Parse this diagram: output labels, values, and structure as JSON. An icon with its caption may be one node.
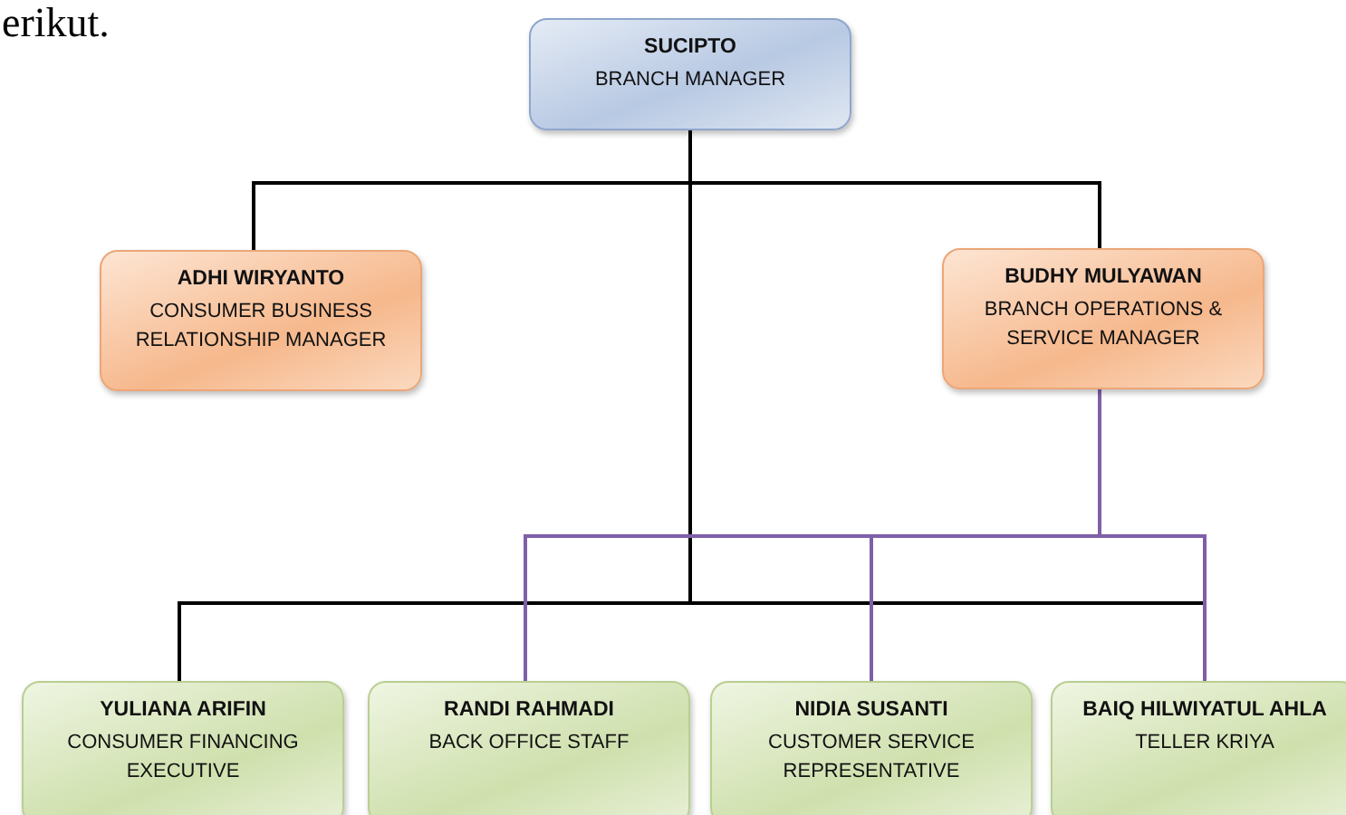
{
  "diagram": {
    "nodes": [
      {
        "text": [
          "SUCIPTO",
          "BRANCH MANAGER"
        ]
      },
      {
        "text": [
          "ADHI WIRYANTO",
          "CONSUMER BUSINESS RELATIONSHIP MANAGER"
        ]
      },
      {
        "text": [
          "BUDHY MULYAWAN",
          "BRANCH OPERATIONS & SERVICE MANAGER"
        ]
      },
      {
        "text": [
          "YULIANA ARIFIN",
          "CONSUMER FINANCING EXECUTIVE"
        ]
      },
      {
        "text": [
          "RANDI RAHMADI",
          "BACK OFFICE STAFF"
        ]
      },
      {
        "text": [
          "NIDIA SUSANTI",
          "CUSTOMER SERVICE REPRESENTATIVE"
        ]
      },
      {
        "text": [
          "BAIQ HILWIYATUL AHLA",
          "TELLER KRIYA"
        ]
      }
    ],
    "edges": [
      {
        "from": 0,
        "to": 1,
        "arrow": "none"
      },
      {
        "from": 0,
        "to": 2,
        "arrow": "none"
      },
      {
        "from": 0,
        "to": 3,
        "arrow": "none"
      },
      {
        "from": 0,
        "to": 4,
        "arrow": "none"
      },
      {
        "from": 0,
        "to": 5,
        "arrow": "none"
      },
      {
        "from": 0,
        "to": 6,
        "arrow": "none"
      },
      {
        "from": 2,
        "to": 4,
        "arrow": "none",
        "color": "#7f5fa8"
      },
      {
        "from": 2,
        "to": 5,
        "arrow": "none",
        "color": "#7f5fa8"
      },
      {
        "from": 2,
        "to": 6,
        "arrow": "none",
        "color": "#7f5fa8"
      }
    ],
    "labels": [
      "erikut."
    ]
  }
}
